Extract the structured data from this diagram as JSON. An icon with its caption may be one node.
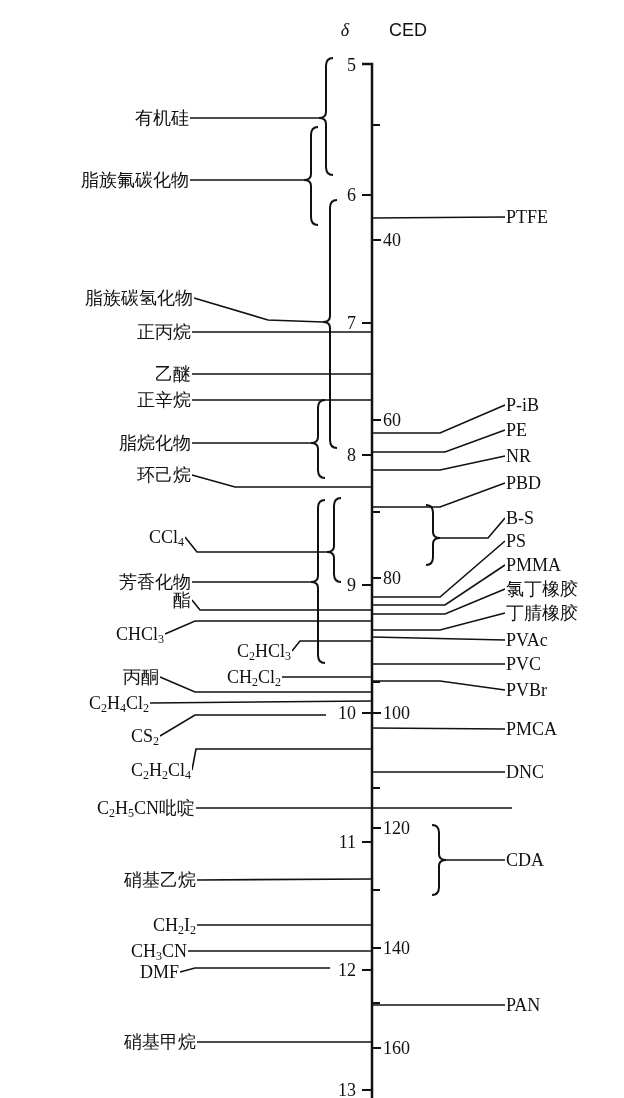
{
  "diagram": {
    "nodes": [
      {
        "text": [
          "有机硅"
        ]
      },
      {
        "text": [
          "脂族氟碳化物"
        ]
      },
      {
        "text": [
          "脂族碳氢化物"
        ]
      },
      {
        "text": [
          "正丙烷"
        ]
      },
      {
        "text": [
          "乙醚"
        ]
      },
      {
        "text": [
          "正辛烷"
        ]
      },
      {
        "text": [
          "脂烷化物"
        ]
      },
      {
        "text": [
          "环己烷"
        ]
      },
      {
        "text": [
          "CCl$_{4}$"
        ]
      },
      {
        "text": [
          "芳香化物"
        ]
      },
      {
        "text": [
          "酯"
        ]
      },
      {
        "text": [
          "CHCl$_{3}$"
        ]
      },
      {
        "text": [
          "C$_{2}$HCl$_{3}$"
        ]
      },
      {
        "text": [
          "丙酮"
        ]
      },
      {
        "text": [
          "CH$_{2}$Cl$_{2}$"
        ]
      },
      {
        "text": [
          "C$_{2}$H$_{4}$Cl$_{2}$"
        ]
      },
      {
        "text": [
          "CS$_{2}$"
        ]
      },
      {
        "text": [
          "C$_{2}$H$_{2}$Cl$_{4}$"
        ]
      },
      {
        "text": [
          "C$_{2}$H$_{5}$CN吡啶"
        ]
      },
      {
        "text": [
          "硝基乙烷"
        ]
      },
      {
        "text": [
          "CH$_{2}$I$_{2}$"
        ]
      },
      {
        "text": [
          "CH$_{3}$CN"
        ]
      },
      {
        "text": [
          "DMF"
        ]
      },
      {
        "text": [
          "硝基甲烷"
        ]
      },
      {
        "text": [
          "PTFE"
        ]
      },
      {
        "text": [
          "P-iB"
        ]
      },
      {
        "text": [
          "PE"
        ]
      },
      {
        "text": [
          "NR"
        ]
      },
      {
        "text": [
          "PBD"
        ]
      },
      {
        "text": [
          "B-S"
        ]
      },
      {
        "text": [
          "PS"
        ]
      },
      {
        "text": [
          "PMMA"
        ]
      },
      {
        "text": [
          "氯丁橡胶"
        ]
      },
      {
        "text": [
          "丁腈橡胶"
        ]
      },
      {
        "text": [
          "PVAc"
        ]
      },
      {
        "text": [
          "PVC"
        ]
      },
      {
        "text": [
          "PVBr"
        ]
      },
      {
        "text": [
          "PMCA"
        ]
      },
      {
        "text": [
          "DNC"
        ]
      },
      {
        "text": [
          "CDA"
        ]
      },
      {
        "text": [
          "PAN"
        ]
      },
      {
        "text": [],
        "shape": "brace"
      },
      {
        "text": [],
        "shape": "brace"
      },
      {
        "text": [],
        "shape": "brace"
      },
      {
        "text": [],
        "shape": "brace"
      },
      {
        "text": [],
        "shape": "brace"
      },
      {
        "text": [],
        "shape": "brace"
      },
      {
        "text": [],
        "shape": "brace"
      },
      {
        "text": [],
        "shape": "brace"
      }
    ],
    "edges": [
      {
        "from": 0,
        "to": 41,
        "arrow": "none"
      },
      {
        "from": 1,
        "to": 42,
        "arrow": "none"
      },
      {
        "from": 2,
        "to": 43,
        "arrow": "none"
      },
      {
        "from": 3,
        "to": null,
        "arrow": "none"
      },
      {
        "from": 4,
        "to": null,
        "arrow": "none"
      },
      {
        "from": 5,
        "to": null,
        "arrow": "none"
      },
      {
        "from": 6,
        "to": 44,
        "arrow": "none"
      },
      {
        "from": 7,
        "to": null,
        "arrow": "none"
      },
      {
        "from": 8,
        "to": 45,
        "arrow": "none"
      },
      {
        "from": 9,
        "to": 46,
        "arrow": "none"
      },
      {
        "from": 10,
        "to": null,
        "arrow": "none"
      },
      {
        "from": 11,
        "to": null,
        "arrow": "none"
      },
      {
        "from": 12,
        "to": null,
        "arrow": "none"
      },
      {
        "from": 13,
        "to": null,
        "arrow": "none"
      },
      {
        "from": 14,
        "to": null,
        "arrow": "none"
      },
      {
        "from": 15,
        "to": null,
        "arrow": "none"
      },
      {
        "from": 16,
        "to": null,
        "arrow": "none"
      },
      {
        "from": 17,
        "to": null,
        "arrow": "none"
      },
      {
        "from": 18,
        "to": null,
        "arrow": "none"
      },
      {
        "from": 19,
        "to": null,
        "arrow": "none"
      },
      {
        "from": 20,
        "to": null,
        "arrow": "none"
      },
      {
        "from": 21,
        "to": null,
        "arrow": "none"
      },
      {
        "from": 22,
        "to": null,
        "arrow": "none"
      },
      {
        "from": 23,
        "to": null,
        "arrow": "none"
      },
      {
        "from": 24,
        "to": null,
        "arrow": "none"
      },
      {
        "from": 25,
        "to": null,
        "arrow": "none"
      },
      {
        "from": 26,
        "to": null,
        "arrow": "none"
      },
      {
        "from": 27,
        "to": null,
        "arrow": "none"
      },
      {
        "from": 28,
        "to": null,
        "arrow": "none"
      },
      {
        "from": 29,
        "to": 47,
        "arrow": "none"
      },
      {
        "from": 30,
        "to": null,
        "arrow": "none"
      },
      {
        "from": 31,
        "to": null,
        "arrow": "none"
      },
      {
        "from": 32,
        "to": null,
        "arrow": "none"
      },
      {
        "from": 33,
        "to": null,
        "arrow": "none"
      },
      {
        "from": 34,
        "to": null,
        "arrow": "none"
      },
      {
        "from": 35,
        "to": null,
        "arrow": "none"
      },
      {
        "from": 36,
        "to": null,
        "arrow": "none"
      },
      {
        "from": 37,
        "to": null,
        "arrow": "none"
      },
      {
        "from": 38,
        "to": null,
        "arrow": "none"
      },
      {
        "from": 39,
        "to": 48,
        "arrow": "none"
      },
      {
        "from": 40,
        "to": null,
        "arrow": "none"
      }
    ],
    "labels": [
      "δ",
      "CED",
      "5",
      "6",
      "7",
      "8",
      "9",
      "10",
      "11",
      "12",
      "13",
      "40",
      "60",
      "80",
      "100",
      "120",
      "140",
      "160"
    ]
  }
}
